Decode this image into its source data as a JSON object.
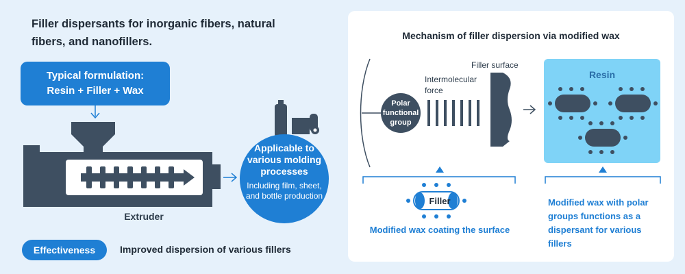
{
  "headline": "Filler dispersants for inorganic fibers, natural fibers, and nanofillers.",
  "formulation": {
    "line1": "Typical formulation:",
    "line2": "Resin + Filler + Wax"
  },
  "extruder_label": "Extruder",
  "molding": {
    "title": "Applicable to various molding processes",
    "subtitle": "Including film, sheet, and bottle production"
  },
  "effectiveness": {
    "label": "Effectiveness",
    "text": "Improved dispersion of various fillers"
  },
  "mechanism": {
    "title": "Mechanism of filler dispersion via modified wax",
    "polar_group": "Polar functional group",
    "intermolecular": "Intermolecular force",
    "filler_surface": "Filler surface",
    "resin": "Resin",
    "filler": "Filler",
    "caption_left": "Modified wax coating the surface",
    "caption_right": "Modified wax with polar groups functions as a dispersant for various fillers"
  },
  "colors": {
    "accent": "#1f7fd4",
    "machine": "#3e4f61",
    "resin_bg": "#7fd3f7",
    "page_bg": "#e6f1fb"
  }
}
